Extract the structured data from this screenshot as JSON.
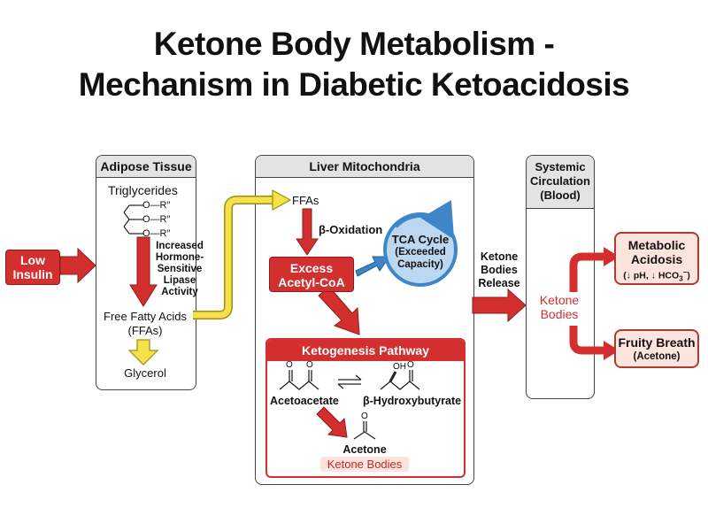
{
  "title": {
    "line1": "Ketone Body Metabolism -",
    "line2": "Mechanism in Diabetic Ketoacidosis"
  },
  "adipose": {
    "header": "Adipose Tissue",
    "triglycerides": "Triglycerides",
    "chain_labels": [
      "O—R″",
      "O—R″",
      "O—R″"
    ],
    "lipase": [
      "Increased",
      "Hormone-",
      "Sensitive",
      "Lipase",
      "Activity"
    ],
    "ffa": [
      "Free Fatty Acids",
      "(FFAs)"
    ],
    "glycerol": "Glycerol"
  },
  "low_insulin": [
    "Low",
    "Insulin"
  ],
  "liver": {
    "header": "Liver Mitochondria",
    "ffas": "FFAs",
    "beta_oxidation": "β-Oxidation",
    "excess": [
      "Excess",
      "Acetyl-CoA"
    ],
    "tca": [
      "TCA Cycle",
      "(Exceeded",
      "Capacity)"
    ],
    "ketogenesis_header": "Ketogenesis Pathway",
    "acetoacetate": "Acetoacetate",
    "hydroxybutyrate": "β-Hydroxybutyrate",
    "oh_label": "OH",
    "o_label": "O",
    "acetone": "Acetone",
    "ketone_bodies": "Ketone Bodies"
  },
  "release": [
    "Ketone",
    "Bodies",
    "Release"
  ],
  "systemic": {
    "header": [
      "Systemic",
      "Circulation",
      "(Blood)"
    ],
    "ketone": [
      "Ketone",
      "Bodies"
    ]
  },
  "outcomes": {
    "acidosis": [
      "Metabolic",
      "Acidosis"
    ],
    "acidosis_sub_prefix": "(↓ pH, ↓ HCO",
    "acidosis_sub_sub": "3",
    "acidosis_sub_sup": "−",
    "acidosis_sub_suffix": ")",
    "fruity": "Fruity Breath",
    "fruity_sub": "(Acetone)"
  },
  "colors": {
    "red": "#d32f2f",
    "yellow": "#f5e14a",
    "blue": "#3f86c8",
    "tca_fill": "#bcd7f0",
    "pink": "#fde4de",
    "header_gray": "#e3e3e3"
  }
}
